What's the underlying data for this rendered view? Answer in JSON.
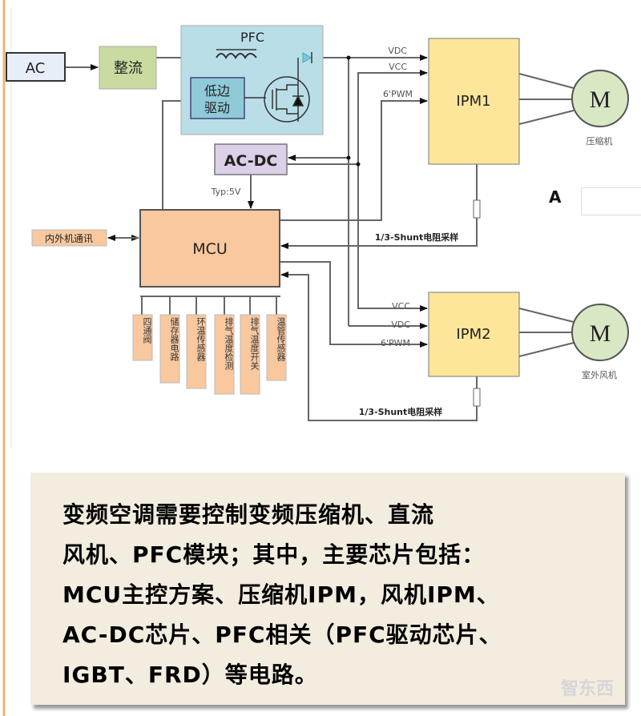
{
  "diagram": {
    "ac": "AC",
    "rectifier": "整流",
    "pfc_title": "PFC",
    "low_side_driver_line1": "低边",
    "low_side_driver_line2": "驱动",
    "acdc": "AC-DC",
    "typ": "Typ:5V",
    "mcu": "MCU",
    "comm": "内外机通讯",
    "ipm1": "IPM1",
    "ipm2": "IPM2",
    "vdc": "VDC",
    "vcc": "VCC",
    "pwm": "6'PWM",
    "shunt": "1/3-Shunt电阻采样",
    "motor": "M",
    "compressor": "压缩机",
    "fan": "室外风机",
    "peripherals": [
      "四通阀",
      "储存器电路",
      "环温传感器",
      "排气温度检测",
      "排气温度开关",
      "温管传感器"
    ],
    "a_label": "A"
  },
  "description": {
    "lines": [
      "变频空调需要控制变频压缩机、直流",
      "风机、PFC模块；其中，主要芯片包括：",
      "MCU主控方案、压缩机IPM，风机IPM、",
      "AC-DC芯片、PFC相关（PFC驱动芯片、",
      "IGBT、FRD）等电路。"
    ]
  },
  "watermark": "智东西",
  "colors": {
    "ac": "#e8eef8",
    "rectifier": "#c9dba0",
    "pfc": "#b9dee8",
    "driver": "#8fcad8",
    "acdc": "#dcd0e8",
    "mcu": "#f9c89f",
    "ipm": "#fde59a",
    "motor": "#d9e8c4",
    "desc_bg": "#f3ede0"
  }
}
